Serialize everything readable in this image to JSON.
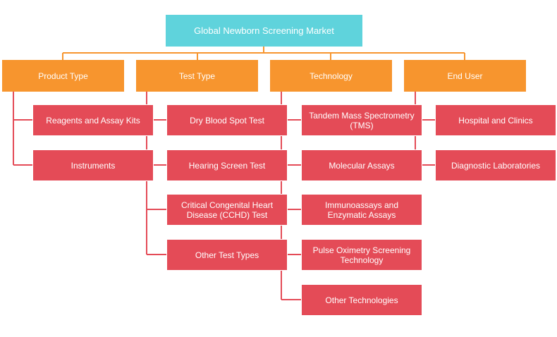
{
  "root": "Global Newborn Screening Market",
  "colors": {
    "root": "#5fd3dc",
    "category": "#f7952e",
    "leaf": "#e44b57",
    "connector_root": "#f7952e",
    "connector_leaf": "#e44b57"
  },
  "categories": [
    {
      "label": "Product Type",
      "items": [
        "Reagents and Assay Kits",
        "Instruments"
      ]
    },
    {
      "label": "Test Type",
      "items": [
        "Dry Blood Spot Test",
        "Hearing Screen Test",
        "Critical Congenital Heart Disease (CCHD) Test",
        "Other Test Types"
      ]
    },
    {
      "label": "Technology",
      "items": [
        "Tandem Mass Spectrometry (TMS)",
        "Molecular Assays",
        "Immunoassays and Enzymatic Assays",
        "Pulse Oximetry Screening Technology",
        "Other Technologies"
      ]
    },
    {
      "label": "End User",
      "items": [
        "Hospital and Clinics",
        "Diagnostic Laboratories"
      ]
    }
  ]
}
